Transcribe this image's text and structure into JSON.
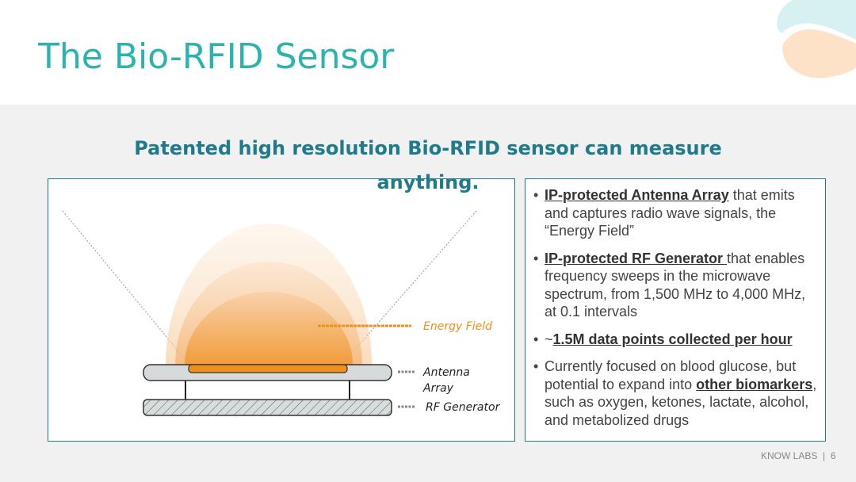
{
  "title": "The Bio-RFID Sensor",
  "subtitle": "Patented high resolution Bio-RFID sensor can measure anything.",
  "diagram": {
    "energy_field": "Energy Field",
    "antenna_line1": "Antenna",
    "antenna_line2": "Array",
    "rf_generator": "RF Generator"
  },
  "bullets": [
    {
      "bold": "IP-protected Antenna Array",
      "text": " that emits and captures radio wave signals, the “Energy Field”"
    },
    {
      "bold": "IP-protected RF Generator ",
      "text": "that enables frequency sweeps in the microwave spectrum, from 1,500 MHz to 4,000 MHz, at 0.1 intervals"
    },
    {
      "pre": "~",
      "bold": "1.5M data points collected per hour",
      "text": ""
    },
    {
      "pre": "Currently focused on blood glucose, but potential to expand into ",
      "bold": "other biomarkers",
      "text": ", such as oxygen, ketones, lactate, alcohol, and metabolized drugs"
    }
  ],
  "footer": {
    "company": "KNOW LABS",
    "separator": "|",
    "page": "6"
  },
  "colors": {
    "title": "#2bb3ad",
    "subtitle": "#1f7a8c",
    "orange": "#f0901a"
  }
}
